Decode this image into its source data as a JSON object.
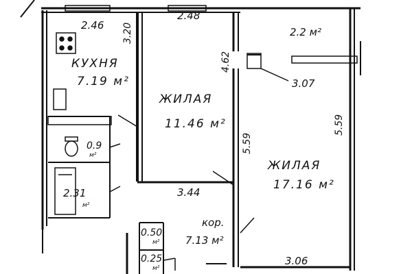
{
  "plan": {
    "kitchen": {
      "w": "2.46",
      "d": "3.20",
      "name": "КУХНЯ",
      "area": "7.19 м²"
    },
    "room_mid": {
      "w": "2.48",
      "d": "4.62",
      "name": "ЖИЛАЯ",
      "area": "11.46 м²",
      "d2": "5.59",
      "bottom": "3.44"
    },
    "loggia": {
      "area": "2.2 м²",
      "w": "3.07"
    },
    "room_right": {
      "name": "ЖИЛАЯ",
      "area": "17.16 м²",
      "d": "5.59",
      "bottom": "3.06"
    },
    "wc": {
      "area": "0.9",
      "unit": "м²"
    },
    "bath": {
      "area": "2.31",
      "unit": "м²"
    },
    "corridor": {
      "name": "кор.",
      "area": "7.13 м²"
    },
    "closet1": {
      "area": "0.50",
      "unit": "м²"
    },
    "closet2": {
      "area": "0.25",
      "unit": "м²"
    }
  }
}
